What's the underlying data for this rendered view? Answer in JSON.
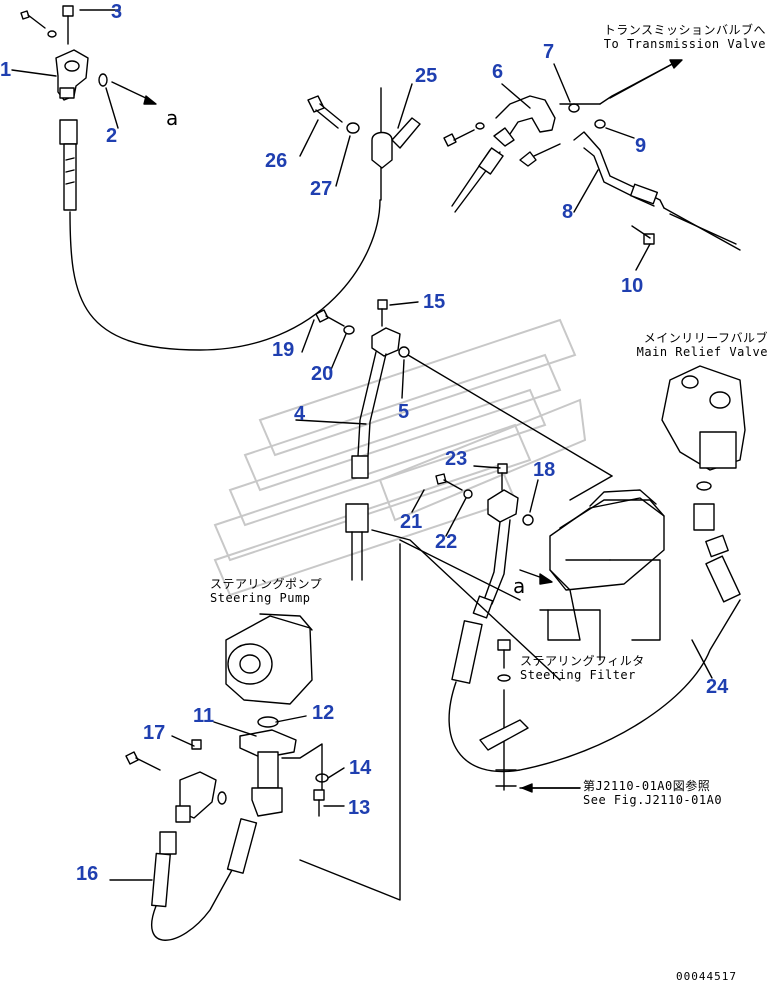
{
  "callouts": {
    "n1": "1",
    "n2": "2",
    "n3": "3",
    "n4": "4",
    "n5": "5",
    "n6": "6",
    "n7": "7",
    "n8": "8",
    "n9": "9",
    "n10": "10",
    "n11": "11",
    "n12": "12",
    "n13": "13",
    "n14": "14",
    "n15": "15",
    "n16": "16",
    "n17": "17",
    "n18": "18",
    "n19": "19",
    "n20": "20",
    "n21": "21",
    "n22": "22",
    "n23": "23",
    "n24": "24",
    "n25": "25",
    "n26": "26",
    "n27": "27"
  },
  "annotations": {
    "transmission_valve_jp": "トランスミッションバルブへ",
    "transmission_valve_en": "To Transmission Valve",
    "main_relief_valve_jp": "メインリリーフバルブ",
    "main_relief_valve_en": "Main Relief Valve",
    "steering_pump_jp": "ステアリングポンプ",
    "steering_pump_en": "Steering Pump",
    "steering_filter_jp": "ステアリングフィルタ",
    "steering_filter_en": "Steering Filter",
    "see_fig_jp": "第J2110-01A0図参照",
    "see_fig_en": "See Fig.J2110-01A0"
  },
  "reference_marks": {
    "a_top": "a",
    "a_mid": "a"
  },
  "drawing_code": "00044517",
  "colors": {
    "callout": "#1f3fb0",
    "line": "#000000",
    "watermark": "#c8c8c8"
  }
}
